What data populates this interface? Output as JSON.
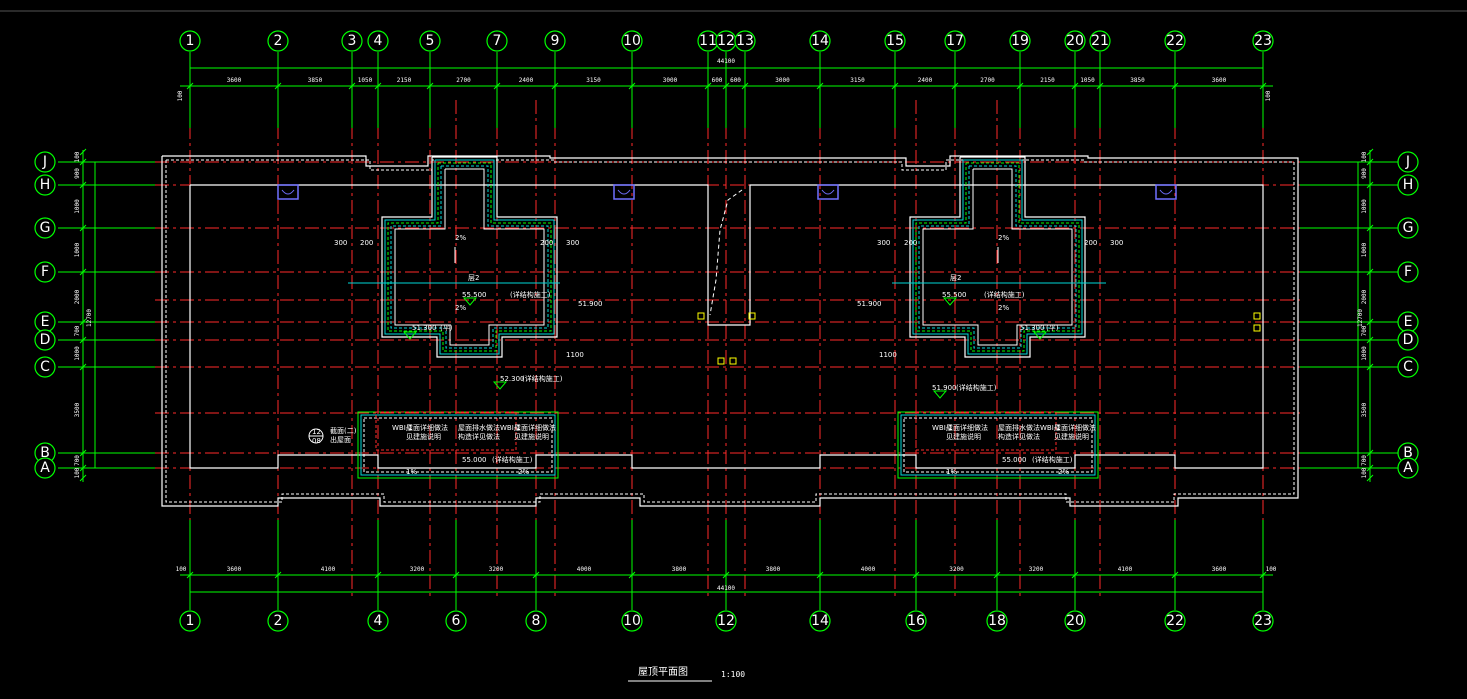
{
  "drawing": {
    "title": "屋顶平面图",
    "scale": "1:100"
  },
  "colors": {
    "background": "#000000",
    "axis_bubble": "#00ff00",
    "grid_line_red": "#ff2a2a",
    "wall": "#ffffff",
    "parapet_cyan": "#00d8d8",
    "dimension": "#00ff00",
    "note_line": "#00ff00",
    "drain": "#7070ff",
    "marker": "#ffff00"
  },
  "top_axes": [
    "1",
    "2",
    "3",
    "4",
    "5",
    "7",
    "9",
    "10",
    "11",
    "12",
    "13",
    "14",
    "15",
    "17",
    "19",
    "20",
    "21",
    "22",
    "23"
  ],
  "bottom_axes": [
    "1",
    "2",
    "4",
    "6",
    "8",
    "10",
    "12",
    "14",
    "16",
    "18",
    "20",
    "22",
    "23"
  ],
  "side_axes": [
    "J",
    "H",
    "G",
    "F",
    "E",
    "D",
    "C",
    "B",
    "A"
  ],
  "top_dims": [
    "3600",
    "3850",
    "1050",
    "2150",
    "2700",
    "2400",
    "3150",
    "3000",
    "600",
    "600",
    "3000",
    "3150",
    "2400",
    "2700",
    "2150",
    "1050",
    "3850",
    "3600"
  ],
  "top_total": "44100",
  "top_edge": "100",
  "bottom_dims": [
    "3600",
    "4100",
    "3200",
    "3200",
    "4000",
    "3800",
    "3800",
    "4000",
    "3200",
    "3200",
    "4100",
    "3600"
  ],
  "bottom_total": "44100",
  "bottom_edge": "100",
  "side_dims": [
    "100",
    "900",
    "1000",
    "1000",
    "2000",
    "700",
    "1000",
    "3500",
    "700",
    "100"
  ],
  "side_total": "12700",
  "notes": {
    "left_room_label": "层2",
    "right_room_label": "层2",
    "left_elev": "55.500",
    "right_elev": "55.500",
    "elev_a": "51.300",
    "elev_b": "52.300",
    "elev_c": "51.900",
    "paren_a": "(平)",
    "paren_b": "(详结构施工)",
    "slope": "2%",
    "dim_small_a": "300",
    "dim_small_b": "200",
    "dim_small_c": "1100",
    "left_callout_top": "12",
    "left_callout_bot": "08",
    "side_note_a": "截面(二)",
    "side_note_b": "出屋面",
    "box_note_1": "WBI-1",
    "box_note_2": "屋面详细做法",
    "box_note_3": "见建施说明",
    "box_note_4": "构造详见做法",
    "box_note_5": "屋面排水做法",
    "box_elev_left": "55.000",
    "box_paren": "(详结构施工)",
    "pct_a": "1%",
    "pct_b": "2%"
  }
}
